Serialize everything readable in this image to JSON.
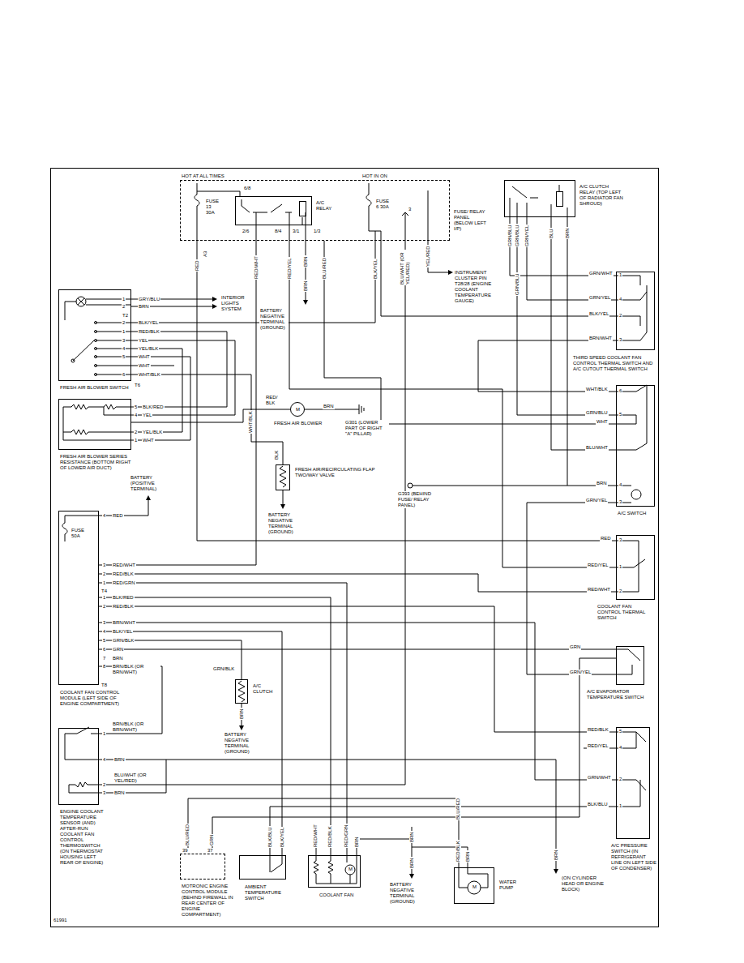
{
  "diagram": {
    "nodes": [
      {
        "text": [
          "HOT AT ALL TIMES",
          "HOT IN ON",
          "FUSE 13 30A",
          "FUSE 6 30A",
          "FUSE/ RELAY PANEL (BELOW LEFT I/P)"
        ]
      },
      {
        "text": [
          "A/C RELAY"
        ],
        "in": 0
      },
      {
        "text": [
          "A/C CLUTCH RELAY (TOP LEFT OF RADIATOR FAN SHROUD)"
        ]
      },
      {
        "text": [
          "FRESH AIR BLOWER SWITCH"
        ]
      },
      {
        "text": [
          "FRESH AIR BLOWER SERIES RESISTANCE (BOTTOM RIGHT OF LOWER AIR DUCT)"
        ]
      },
      {
        "text": [
          "M",
          "FRESH AIR BLOWER"
        ]
      },
      {
        "text": [
          "FRESH AIR/RECIRCULATING FLAP TWO/WAY VALVE"
        ]
      },
      {
        "text": [
          "FUSE 50A",
          "COOLANT FAN CONTROL MODULE (LEFT SIDE OF ENGINE COMPARTMENT)"
        ]
      },
      {
        "text": [
          "A/C CLUTCH"
        ]
      },
      {
        "text": [
          "ENGINE COOLANT TEMPERATURE SENSOR (AND) AFTER-RUN COOLANT FAN CONTROL THERMOSWITCH (ON THERMOSTAT HOUSING LEFT REAR OF ENGINE)"
        ]
      },
      {
        "text": [
          "MOTRONIC ENGINE CONTROL MODULE (BEHIND FIREWALL IN REAR CENTER OF ENGINE COMPARTMENT)"
        ]
      },
      {
        "text": [
          "AMBIENT TEMPERATURE SWITCH"
        ]
      },
      {
        "text": [
          "COOLANT FAN"
        ]
      },
      {
        "text": [
          "WATER PUMP"
        ]
      },
      {
        "text": [
          "THIRD SPEED COOLANT FAN CONTROL THERMAL SWITCH AND A/C CUTOUT THERMAL SWITCH"
        ]
      },
      {
        "text": [
          "A/C SWITCH"
        ]
      },
      {
        "text": [
          "COOLANT FAN CONTROL THERMAL SWITCH"
        ]
      },
      {
        "text": [
          "A/C EVAPORATOR TEMPERATURE SWITCH"
        ]
      },
      {
        "text": [
          "A/C PRESSURE SWITCH (IN REFRIGERANT LINE ON LEFT SIDE OF CONDENSER)"
        ]
      }
    ],
    "edges": [
      {
        "from": 0,
        "to": 3,
        "arrow": "none"
      },
      {
        "from": 3,
        "to": 4,
        "arrow": "none"
      },
      {
        "from": 3,
        "to": 4,
        "arrow": "none"
      },
      {
        "from": 3,
        "to": 4,
        "arrow": "none"
      },
      {
        "from": 3,
        "to": 4,
        "arrow": "none"
      },
      {
        "from": 4,
        "to": 5,
        "arrow": "none"
      },
      {
        "from": 3,
        "to": 6,
        "arrow": "none"
      },
      {
        "from": 1,
        "to": 7,
        "arrow": "none"
      },
      {
        "from": 1,
        "to": 16,
        "arrow": "none"
      },
      {
        "from": 0,
        "to": 16,
        "arrow": "none"
      },
      {
        "from": 7,
        "to": 16,
        "arrow": "none"
      },
      {
        "from": 7,
        "to": 12,
        "arrow": "none"
      },
      {
        "from": 7,
        "to": 12,
        "arrow": "none"
      },
      {
        "from": 7,
        "to": 18,
        "arrow": "none"
      },
      {
        "from": 7,
        "to": 18,
        "arrow": "none"
      },
      {
        "from": 7,
        "to": 11,
        "arrow": "none"
      },
      {
        "from": 7,
        "to": 8,
        "arrow": "none"
      },
      {
        "from": 7,
        "to": 17,
        "arrow": "none"
      },
      {
        "from": 7,
        "to": 9,
        "arrow": "none"
      },
      {
        "from": 9,
        "to": 0,
        "arrow": "none"
      },
      {
        "from": 10,
        "to": 13,
        "arrow": "none"
      },
      {
        "from": 10,
        "to": 17,
        "arrow": "none"
      },
      {
        "from": 11,
        "to": 18,
        "arrow": "none"
      },
      {
        "from": 2,
        "to": 14,
        "arrow": "none"
      },
      {
        "from": 2,
        "to": 15,
        "arrow": "none"
      },
      {
        "from": 2,
        "to": 15,
        "arrow": "none"
      },
      {
        "from": 2,
        "to": 15,
        "arrow": "none"
      },
      {
        "from": 0,
        "to": 14,
        "arrow": "none"
      },
      {
        "from": 14,
        "to": 15,
        "arrow": "none"
      },
      {
        "from": 2,
        "to": 14,
        "arrow": "none"
      },
      {
        "from": 15,
        "to": 17,
        "arrow": "none"
      },
      {
        "from": 0,
        "to": 15,
        "arrow": "none"
      }
    ],
    "labels": [
      "6/8",
      "2/6",
      "8/4",
      "3/1",
      "1/3",
      "3",
      "A3",
      "RED",
      "RED/WHT",
      "RED/YEL",
      "BRN",
      "BLU/RED",
      "BLK/YEL",
      "BLU/WHT (OR YEL/RED)",
      "YEL/RED",
      "BRN",
      "BATTERY NEGATIVE TERMINAL (GROUND)",
      "INSTRUMENT CLUSTER PIN T28/28 (ENGINE COOLANT TEMPERATURE GAUGE)",
      "GRN/BLU",
      "GRN/BLU",
      "GRN/YEL",
      "BLU",
      "BRN",
      "GRN/BLU",
      "1",
      "GRY/BLU",
      "2",
      "BRN",
      "T2",
      "2",
      "BLK/YEL",
      "1",
      "RED/BLK",
      "3",
      "YEL",
      "4",
      "YEL/BLK",
      "5",
      "WHT",
      "WHT",
      "6",
      "WHT/BLK",
      "T6",
      "INTERIOR LIGHTS SYSTEM",
      "5",
      "BLK/RED",
      "4",
      "YEL",
      "2",
      "YEL/BLK",
      "1",
      "WHT",
      "RED/ BLK",
      "BRN",
      "G301 (LOWER PART OF RIGHT \"A\" PILLAR)",
      "WHT/BLK",
      "BLK",
      "BATTERY NEGATIVE TERMINAL (GROUND)",
      "BATTERY (POSITIVE TERMINAL)",
      "4",
      "RED",
      "3",
      "RED/WHT",
      "2",
      "RED/BLK",
      "1",
      "RED/GRN",
      "T4",
      "1",
      "BLK/RED",
      "2",
      "RED/BLK",
      "3",
      "BRN/WHT",
      "4",
      "BLK/YEL",
      "5",
      "GRN/BLK",
      "6",
      "GRN",
      "7",
      "BRN",
      "8",
      "BRN/BLK (OR BRN/WHT)",
      "T8",
      "GRN/BLK",
      "BRN",
      "BATTERY NEGATIVE TERMINAL (GROUND)",
      "1",
      "BRN/BLK (OR BRN/WHT)",
      "4",
      "BRN",
      "2",
      "BLU/WHT (OR YEL/RED)",
      "3",
      "BRN",
      "BLU/RED",
      "GRN",
      "39",
      "37",
      "BLK/YEL",
      "BLK/BLU",
      "RED/WHT",
      "RED/BLK",
      "RED/GRN",
      "BRN",
      "BRN",
      "BRN",
      "BATTERY NEGATIVE TERMINAL (GROUND)",
      "BLU/RED",
      "RED/BLK",
      "BRN",
      "BRN",
      "(ON CYLINDER HEAD OR ENGINE BLOCK)",
      "GRN/WHT",
      "1",
      "GRN/YEL",
      "4",
      "BLK/YEL",
      "2",
      "BRN/WHT",
      "3",
      "WHT/BLK",
      "6",
      "GRN/BLU",
      "5",
      "WHT",
      "BLU/WHT",
      "BRN",
      "4",
      "GRN/YEL",
      "3",
      "G393 (BEHIND FUSE/ RELAY PANEL)",
      "RED",
      "3",
      "RED/YEL",
      "1",
      "RED/WHT",
      "2",
      "GRN",
      "GRN/YEL",
      "RED/BLK",
      "5",
      "RED/YEL",
      "4",
      "GRN/WHT",
      "2",
      "BLK/BLU",
      "1",
      "61991",
      "M",
      "M"
    ]
  }
}
